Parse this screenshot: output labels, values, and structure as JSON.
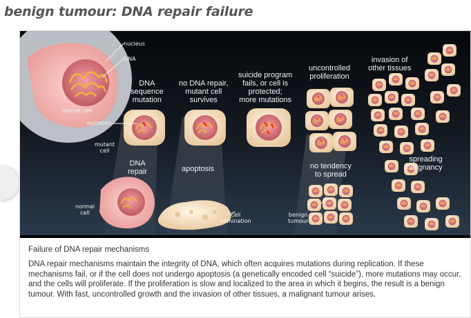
{
  "page": {
    "title": "benign tumour: DNA repair failure"
  },
  "illustration": {
    "labels": {
      "nucleus": "nucleus",
      "dna": "DNA",
      "normal_cell_top": "normal cell",
      "dna_sequence_mutation": "DNA\nsequence\nmutation",
      "no_dna_repair": "no DNA repair,\nmutant cell\nsurvives",
      "suicide_program": "suicide program\nfails, or cell is\nprotected;\nmore mutations",
      "uncontrolled_proliferation": "uncontrolled\nproliferation",
      "invasion": "invasion of\nother tissues",
      "mutation": "mutation",
      "mutant_cell": "mutant\ncell",
      "dna_repair": "DNA\nrepair",
      "apoptosis": "apoptosis",
      "no_tendency": "no tendency\nto spread",
      "spreading_malignancy": "spreading\nmalignancy",
      "normal_cell_bottom": "normal\ncell",
      "cell_elimination": "cell\nelimination",
      "benign_tumour": "benign\ntumour"
    },
    "colors": {
      "background": "#0c0f13",
      "cell_fill": "#f6e3c4",
      "nucleus_fill": "#d9737a",
      "dna_strand": "#f3b23a",
      "mutation_mark": "#e0352f"
    }
  },
  "caption": {
    "title": "Failure of DNA repair mechanisms",
    "body": "DNA repair mechanisms maintain the integrity of DNA, which often acquires mutations during replication. If these mechanisms fail, or if the cell does not undergo apoptosis (a genetically encoded cell “suicide”), more mutations may occur, and the cells will proliferate. If the proliferation is slow and localized to the area in which it begins, the result is a benign tumour. With fast, uncontrolled growth and the invasion of other tissues, a malignant tumour arises."
  }
}
